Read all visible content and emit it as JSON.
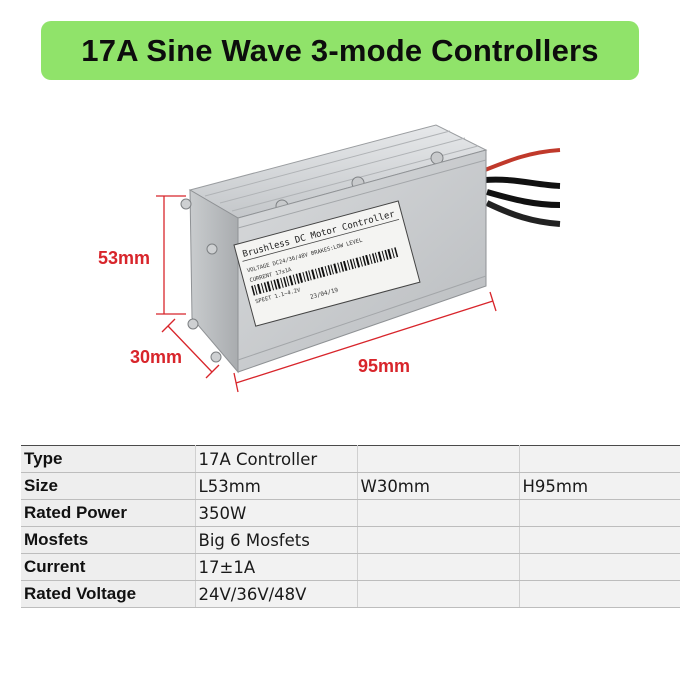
{
  "title": "17A Sine Wave 3-mode Controllers",
  "colors": {
    "banner": "#90e36a",
    "dimension": "#d8252b"
  },
  "dimensions": {
    "height": "53mm",
    "width": "30mm",
    "length": "95mm"
  },
  "label_plate": {
    "heading": "Brushless DC Motor Controller",
    "voltage": "VOLTAGE DC24/36/48V  BRAKES:LOW LEVEL",
    "current": "CURRENT 17±1A",
    "speet": "SPEET 1.1~4.2V",
    "date": "23/04/19"
  },
  "specs": [
    {
      "label": "Type",
      "values": [
        "17A Controller",
        "",
        ""
      ]
    },
    {
      "label": "Size",
      "values": [
        "L53mm",
        "W30mm",
        "H95mm"
      ]
    },
    {
      "label": "Rated Power",
      "values": [
        "350W",
        "",
        ""
      ]
    },
    {
      "label": "Mosfets",
      "values": [
        "Big 6 Mosfets",
        "",
        ""
      ]
    },
    {
      "label": "Current",
      "values": [
        "17±1A",
        "",
        ""
      ]
    },
    {
      "label": "Rated Voltage",
      "values": [
        "24V/36V/48V",
        "",
        ""
      ]
    }
  ]
}
